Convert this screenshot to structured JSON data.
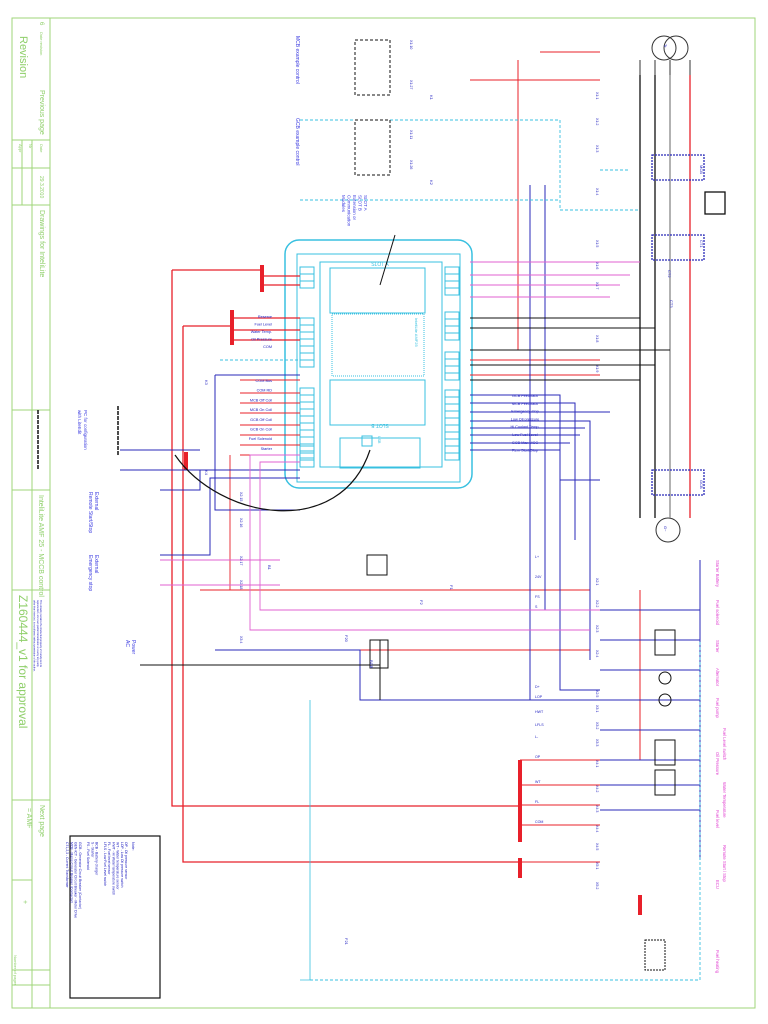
{
  "title_block": {
    "sheet": "6",
    "date_revision_label": "Date revision",
    "revision_label": "Revision",
    "previous_page": "Previous page",
    "date_label": "Date",
    "date_value": "29.3.2010",
    "nr_label": "Nr",
    "appr_label": "Appr",
    "project": "Drawings for InteliLite",
    "drawing_title": "InteliLite AMF 25 - MCCB control",
    "drawing_number": "Z160444_v1 for approval",
    "disclaimer": "This drawing remains the intellectual property of ComAp and its reproduction, and even partial transmission or use by any party other than intended, is not allowed without permission of the author.",
    "next_page": "Next page",
    "function": "= AMF",
    "location": "+",
    "number_of_pages": "Number of pages"
  },
  "colors": {
    "frame": "#9fd67a",
    "controller": "#38c0e0",
    "power_red": "#e8202a",
    "signal_blue": "#2a2ab8",
    "analog_pink": "#e060d0",
    "neutral_black": "#111111"
  },
  "controller": {
    "model": "InteliLite AMF25",
    "slot_a": "SLOT A",
    "slot_b": "SLOT B",
    "usb": "USB"
  },
  "annotations": {
    "mcb_control": "MCB example control",
    "gcb_control": "GCB example control",
    "modules": [
      "SLOT A",
      "SLOT B",
      "Extension or",
      "Communication",
      "Modules"
    ],
    "pc": [
      "PC for configuration",
      "with LiteEdit"
    ],
    "remote_start": [
      "External",
      "Remote Start/Stop"
    ],
    "emergency_stop": [
      "External",
      "Emergency stop"
    ],
    "power_ac": [
      "Power",
      "AC"
    ]
  },
  "analog_labels": [
    "Reserve",
    "Fuel Level",
    "Water Temp.",
    "Oil Pressure",
    "COM"
  ],
  "output_labels": [
    "COM Bus",
    "COM RD",
    "MCB Off Coil",
    "MCB On Coil",
    "GCB Off Coil",
    "GCB On Coil",
    "Fuel Solenoid",
    "Starter"
  ],
  "input_labels": [
    "GCB Feedback",
    "MCB Feedback",
    "Emergency stop",
    "Low Oil pressure",
    "Hi Coolant Temp.",
    "Low Fuel Level",
    "GCB Max MCC",
    "Rem Start/Stop"
  ],
  "engine_labels": [
    "Starter Battery",
    "Fuel solenoid",
    "Starter",
    "Alternator",
    "Fuel pump",
    "Fuel Level switch",
    "Oil Pressure",
    "Water Temperature",
    "Fuel level",
    "Remote Start / Stop",
    "ECU",
    "Fuel heating"
  ],
  "terminals": [
    "X1:1",
    "X1:2",
    "X1:3",
    "X1:4",
    "X1:5",
    "X1:6",
    "X1:7",
    "X1:8",
    "X1:9",
    "X2:1",
    "X2:2",
    "X2:3",
    "X2:4",
    "X2:5",
    "X3:1",
    "X3:2",
    "X3:3",
    "X4:1",
    "X4:2",
    "X4:3",
    "X4:4",
    "X4:5",
    "X5:1",
    "X5:2",
    "X2:15",
    "X2:16",
    "X2:17",
    "X2:18",
    "X3:4",
    "X1:10",
    "X1:11",
    "X1:26",
    "X1:27"
  ],
  "wire_labels": [
    "D+",
    "LOP",
    "HWT",
    "LFLS",
    "L-",
    "OP",
    "WT",
    "FL",
    "COM",
    "FS",
    "S",
    "24V",
    "L+"
  ],
  "components": [
    "Tr",
    "G~",
    "F1",
    "F2",
    "F20",
    "F21",
    "BCB",
    "GCB",
    "MCB",
    "CT1",
    "CT2",
    "CT3",
    "B1",
    "K1",
    "K2",
    "K3",
    "K4"
  ],
  "notes": {
    "title": "Note:",
    "lines": [
      "OP - Oil pressure sensor",
      "LOP - Low Oil pressure switch",
      "WT - Water temperature sensor",
      "HWT - Hi Water temperature switch",
      "FL - Fuel level sensor",
      "LFLS - Low Fuel Level switch",
      "",
      "BCB - Battery charger",
      "S - Starter",
      "FS - Fuel Solenoid",
      "",
      "GCB - Generator Circuit Breaker (Contactor)",
      "GEN-ICT - Generator Circuit Breaker - Motor Drive",
      "MCB - Mains Circuit Breaker (Contactor)",
      "CT1,2,3 - Current Transformer"
    ]
  }
}
